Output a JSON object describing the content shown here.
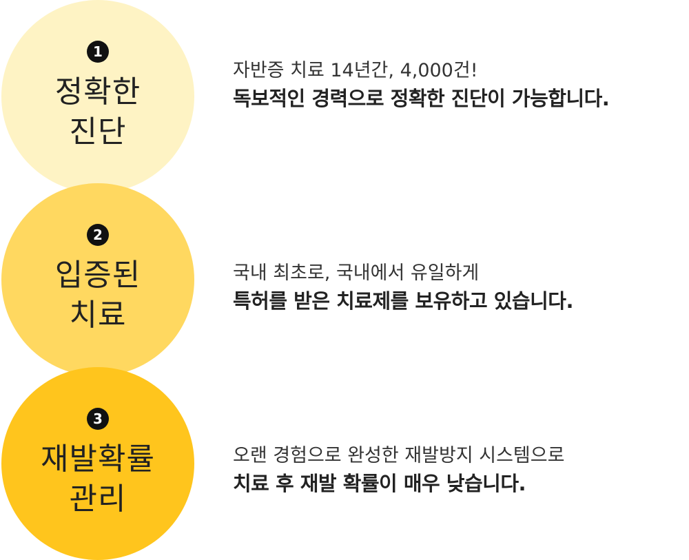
{
  "items": [
    {
      "number": "1",
      "title_lines": [
        "정확한",
        "진단"
      ],
      "line1": "자반증 치료 14년간, 4,000건!",
      "line2": "독보적인 경력으로 정확한 진단이 가능합니다.",
      "circle_color": "#FEF3C4"
    },
    {
      "number": "2",
      "title_lines": [
        "입증된",
        "치료"
      ],
      "line1": "국내 최초로, 국내에서 유일하게",
      "line2": "특허를 받은 치료제를 보유하고 있습니다.",
      "circle_color": "#FFD860"
    },
    {
      "number": "3",
      "title_lines": [
        "재발확률",
        "관리"
      ],
      "line1": "오랜 경험으로 완성한 재발방지 시스템으로",
      "line2": "치료 후 재발 확률이 매우 낮습니다.",
      "circle_color": "#FFC51D"
    }
  ]
}
